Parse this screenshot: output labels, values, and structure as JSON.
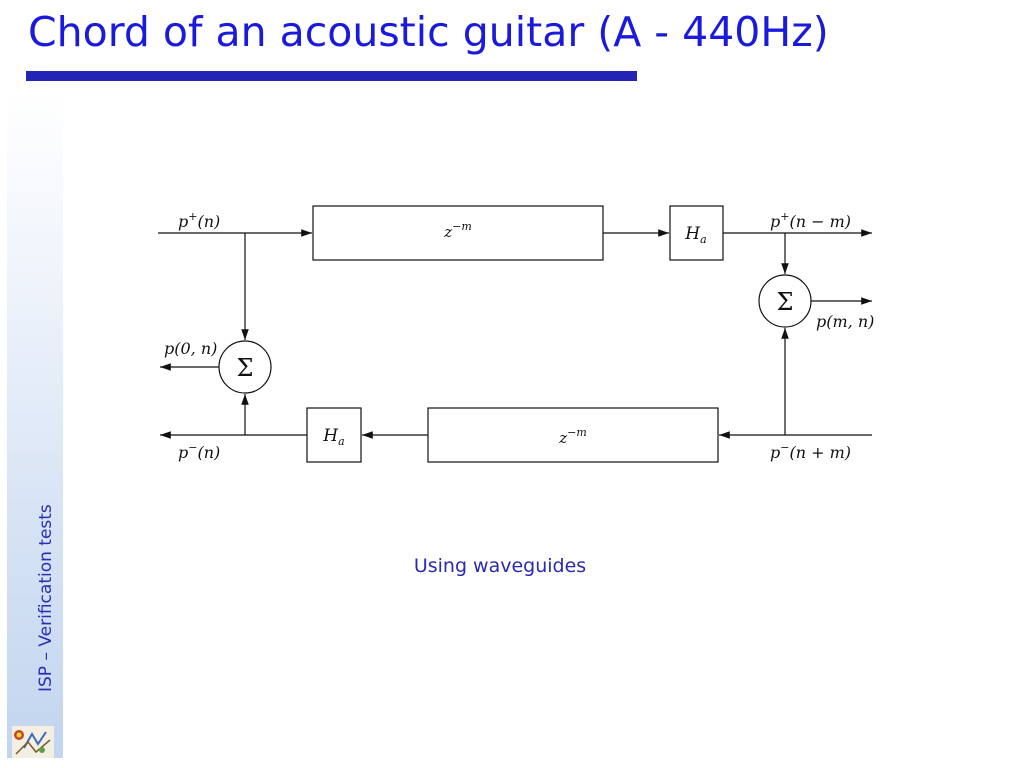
{
  "slide": {
    "title": "Chord of an acoustic guitar (A - 440Hz)",
    "side_label": "ISP – Verification tests",
    "caption": "Using waveguides"
  },
  "diagram": {
    "upper_delay": "z^{-m}",
    "lower_delay": "z^{-m}",
    "upper_filter": "H_a",
    "lower_filter": "H_a",
    "left_sum": "Σ",
    "right_sum": "Σ",
    "labels": {
      "p_plus_n": "p+(n)",
      "p_plus_n_minus_m": "p+(n − m)",
      "p_minus_n": "p−(n)",
      "p_minus_n_plus_m": "p−(n + m)",
      "p_0_n": "p(0, n)",
      "p_m_n": "p(m, n)"
    }
  },
  "colors": {
    "title": "#1a1adc",
    "rule": "#2424b4",
    "side_label": "#2c2cb4",
    "caption": "#2a2ab0"
  }
}
